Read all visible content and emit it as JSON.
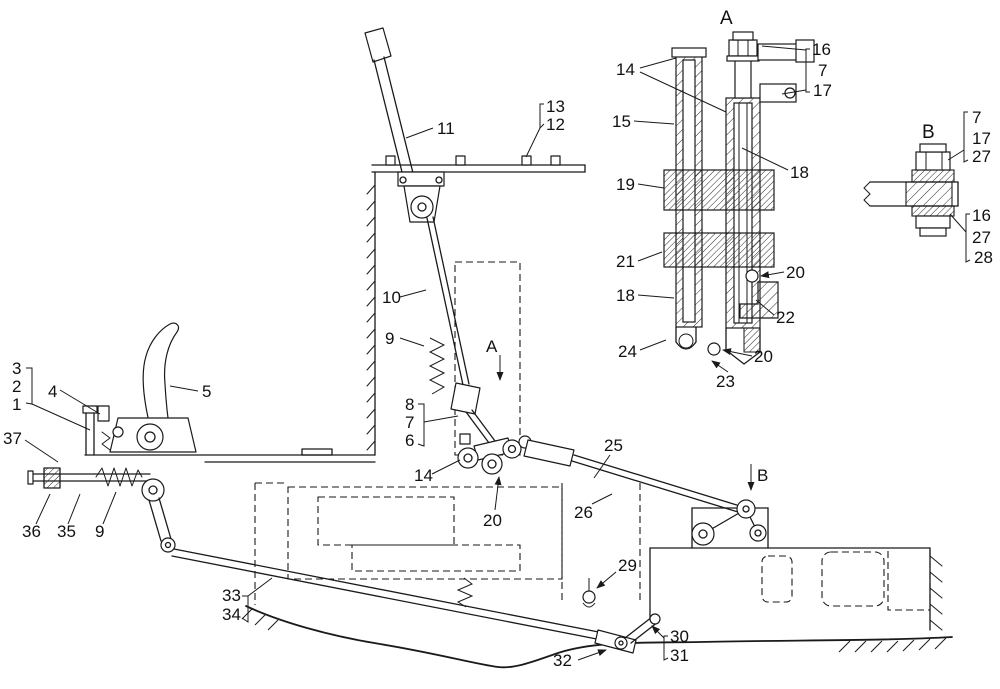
{
  "figure": {
    "detail_a_title": "A",
    "detail_b_title": "B",
    "view_arrow_a": "A",
    "view_arrow_b": "B",
    "callouts": {
      "n1": "1",
      "n2": "2",
      "n3": "3",
      "n4": "4",
      "n5": "5",
      "n6": "6",
      "n7_main": "7",
      "n8": "8",
      "n9a": "9",
      "n9b": "9",
      "n10": "10",
      "n11": "11",
      "n12": "12",
      "n13": "13",
      "n14_main": "14",
      "n14_da": "14",
      "n15": "15",
      "n16_da": "16",
      "n16_db": "16",
      "n17_da": "17",
      "n17_db": "17",
      "n18_da_top": "18",
      "n18_da_bottom": "18",
      "n19": "19",
      "n20_main": "20",
      "n20_da_top": "20",
      "n20_da_bottom": "20",
      "n21": "21",
      "n22": "22",
      "n23": "23",
      "n24": "24",
      "n25": "25",
      "n26": "26",
      "n7_da": "7",
      "n7_db": "7",
      "n27_db_top": "27",
      "n27_db_bottom": "27",
      "n28": "28",
      "n29": "29",
      "n30": "30",
      "n31": "31",
      "n32": "32",
      "n33": "33",
      "n34": "34",
      "n35": "35",
      "n36": "36",
      "n37": "37"
    }
  }
}
